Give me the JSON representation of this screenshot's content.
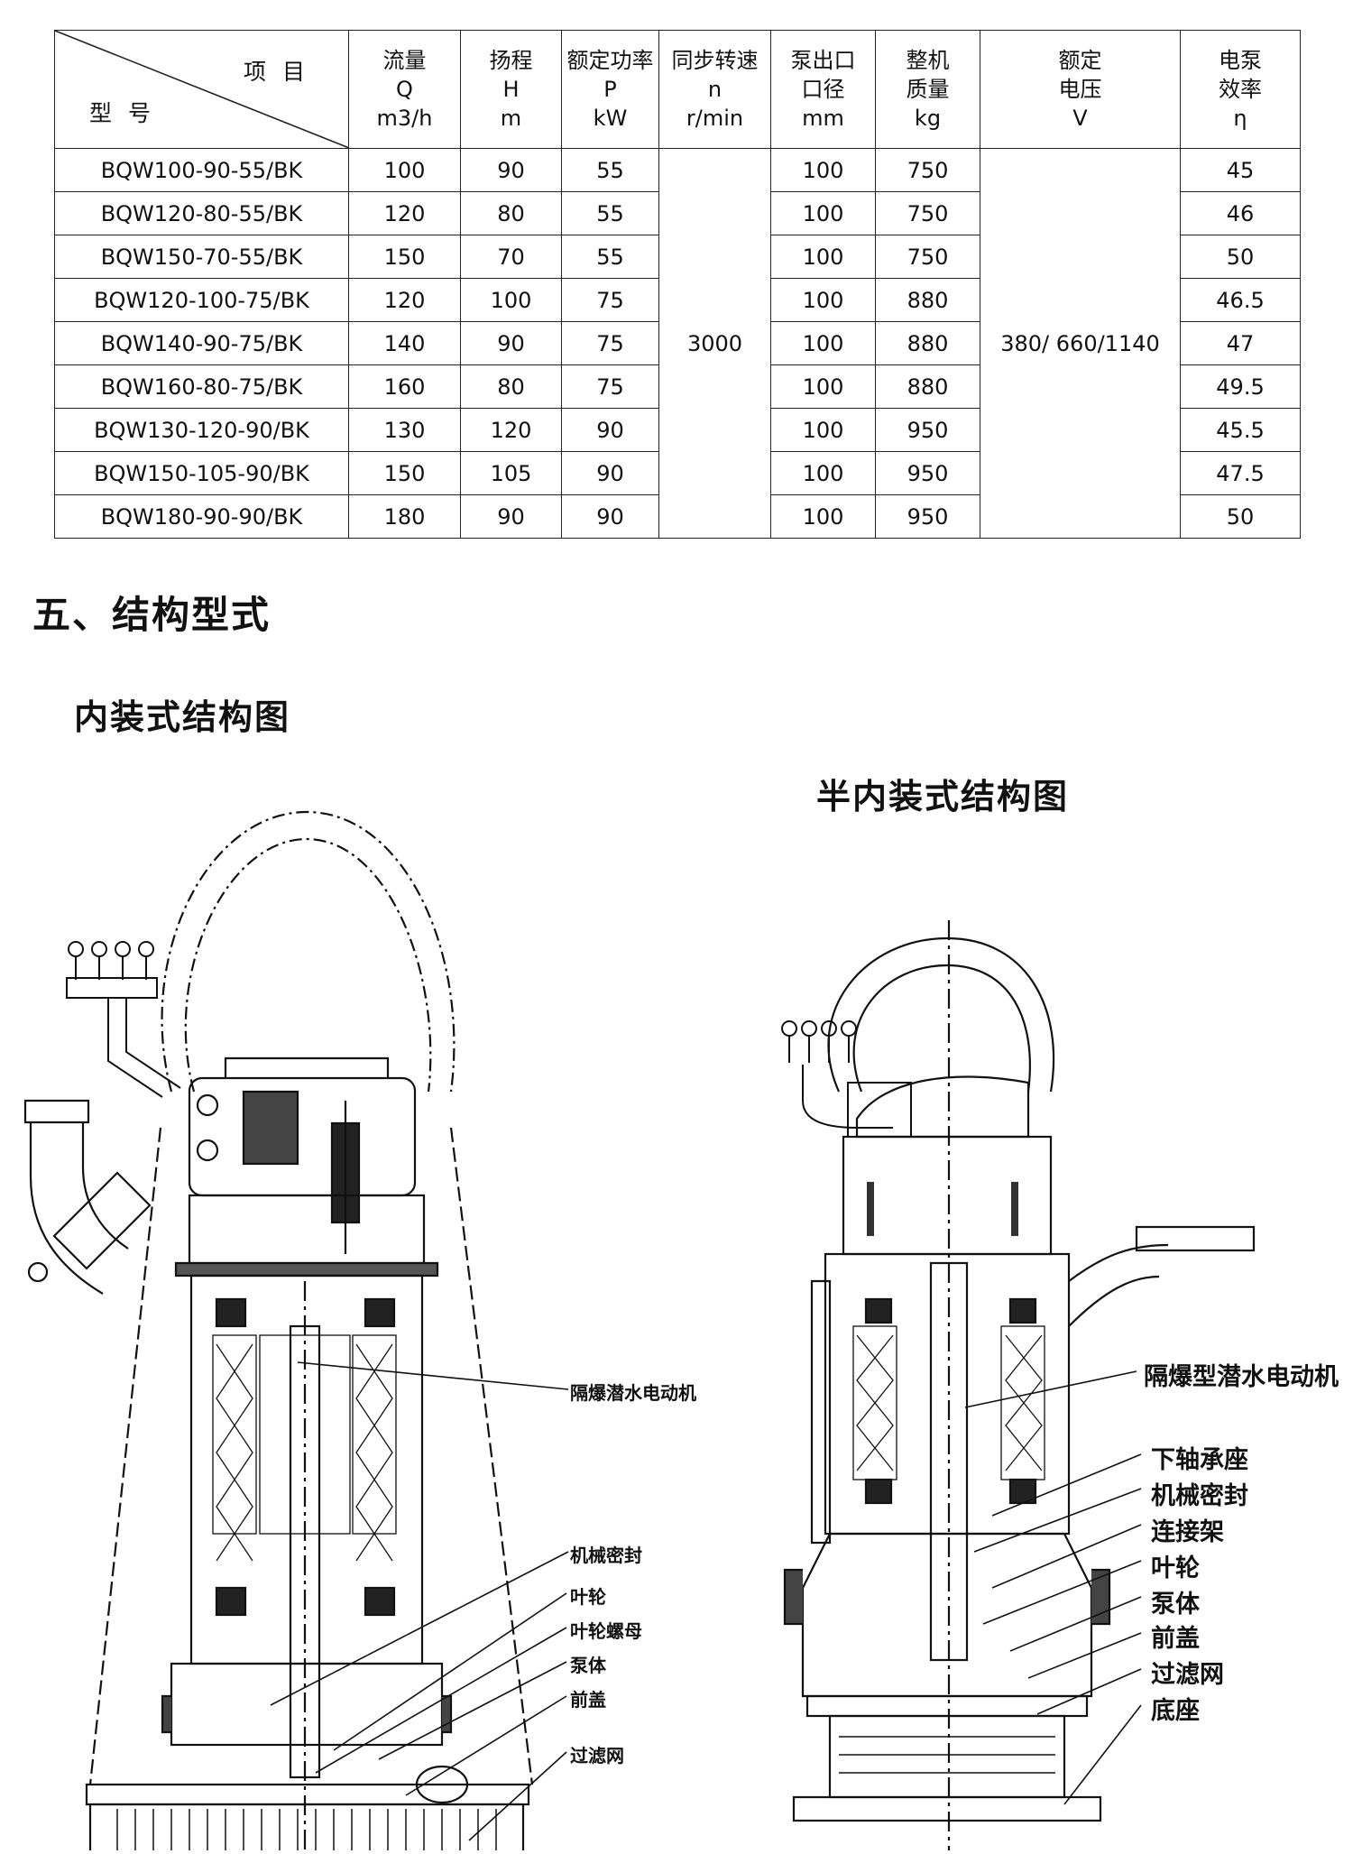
{
  "table": {
    "corner": {
      "top": "项目",
      "bottom": "型号"
    },
    "headers": [
      {
        "lines": [
          "流量",
          "Q",
          "m3/h"
        ]
      },
      {
        "lines": [
          "扬程",
          "H",
          "m"
        ]
      },
      {
        "lines": [
          "额定功率",
          "P",
          "kW"
        ]
      },
      {
        "lines": [
          "同步转速",
          "n",
          "r/min"
        ]
      },
      {
        "lines": [
          "泵出口",
          "口径",
          "mm"
        ]
      },
      {
        "lines": [
          "整机",
          "质量",
          "kg"
        ]
      },
      {
        "lines": [
          "额定",
          "电压",
          "V"
        ]
      },
      {
        "lines": [
          "电泵",
          "效率",
          "η"
        ]
      }
    ],
    "rows": [
      {
        "model": "BQW100-90-55/BK",
        "flow": "100",
        "head": "90",
        "power": "55",
        "outlet": "100",
        "mass": "750",
        "eff": "45"
      },
      {
        "model": "BQW120-80-55/BK",
        "flow": "120",
        "head": "80",
        "power": "55",
        "outlet": "100",
        "mass": "750",
        "eff": "46"
      },
      {
        "model": "BQW150-70-55/BK",
        "flow": "150",
        "head": "70",
        "power": "55",
        "outlet": "100",
        "mass": "750",
        "eff": "50"
      },
      {
        "model": "BQW120-100-75/BK",
        "flow": "120",
        "head": "100",
        "power": "75",
        "outlet": "100",
        "mass": "880",
        "eff": "46.5"
      },
      {
        "model": "BQW140-90-75/BK",
        "flow": "140",
        "head": "90",
        "power": "75",
        "outlet": "100",
        "mass": "880",
        "eff": "47"
      },
      {
        "model": "BQW160-80-75/BK",
        "flow": "160",
        "head": "80",
        "power": "75",
        "outlet": "100",
        "mass": "880",
        "eff": "49.5"
      },
      {
        "model": "BQW130-120-90/BK",
        "flow": "130",
        "head": "120",
        "power": "90",
        "outlet": "100",
        "mass": "950",
        "eff": "45.5"
      },
      {
        "model": "BQW150-105-90/BK",
        "flow": "150",
        "head": "105",
        "power": "90",
        "outlet": "100",
        "mass": "950",
        "eff": "47.5"
      },
      {
        "model": "BQW180-90-90/BK",
        "flow": "180",
        "head": "90",
        "power": "90",
        "outlet": "100",
        "mass": "950",
        "eff": "50"
      }
    ],
    "speed_merged": "3000",
    "voltage_merged": "380/ 660/1140"
  },
  "section_heading": "五、结构型式",
  "inner": {
    "title": "内装式结构图",
    "labels": [
      "隔爆潜水电动机",
      "机械密封",
      "叶轮",
      "叶轮螺母",
      "泵体",
      "前盖",
      "过滤网"
    ]
  },
  "semi": {
    "title": "半内装式结构图",
    "labels": [
      "隔爆型潜水电动机",
      "下轴承座",
      "机械密封",
      "连接架",
      "叶轮",
      "泵体",
      "前盖",
      "过滤网",
      "底座"
    ]
  }
}
